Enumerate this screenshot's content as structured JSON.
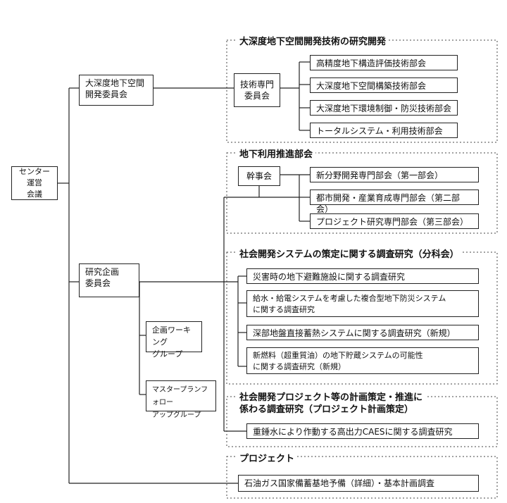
{
  "root": {
    "label": "センター運営\n会議"
  },
  "committees": {
    "daishindo": "大深度地下空間\n開発委員会",
    "kenkyu": "研究企画\n委員会"
  },
  "groups": {
    "g1": {
      "title": "大深度地下空間開発技術の研究開発",
      "sub": "技術専門\n委員会",
      "items": [
        "高精度地下構造評価技術部会",
        "大深度地下空間構築技術部会",
        "大深度地下環境制御・防災技術部会",
        "トータルシステム・利用技術部会"
      ]
    },
    "g2": {
      "title": "地下利用推進部会",
      "sub": "幹事会",
      "items": [
        "新分野開発専門部会（第一部会）",
        "都市開発・産業育成専門部会（第二部会）",
        "プロジェクト研究専門部会（第三部会）"
      ]
    },
    "g3": {
      "title": "社会開発システムの策定に関する調査研究（分科会）",
      "items": [
        "災害時の地下避難施設に関する調査研究",
        "給水・給電システムを考慮した複合型地下防災システム\nに関する調査研究",
        "深部地盤直接蓄熱システムに関する調査研究（新規）",
        "新燃料（超重質油）の地下貯蔵システムの可能性\nに関する調査研究（新規）"
      ]
    },
    "g4": {
      "title": "社会開発プロジェクト等の計画策定・推進に\n係わる調査研究（プロジェクト計画策定）",
      "items": [
        "重錘水により作動する高出力CAESに関する調査研究"
      ]
    },
    "g5": {
      "title": "プロジェクト",
      "items": [
        "石油ガス国家備蓄基地予備（詳細）・基本計画調査"
      ]
    }
  },
  "working_groups": {
    "w1": "企画ワーキング\nグループ",
    "w2": "マスタープランフォロー\nアップグループ"
  }
}
